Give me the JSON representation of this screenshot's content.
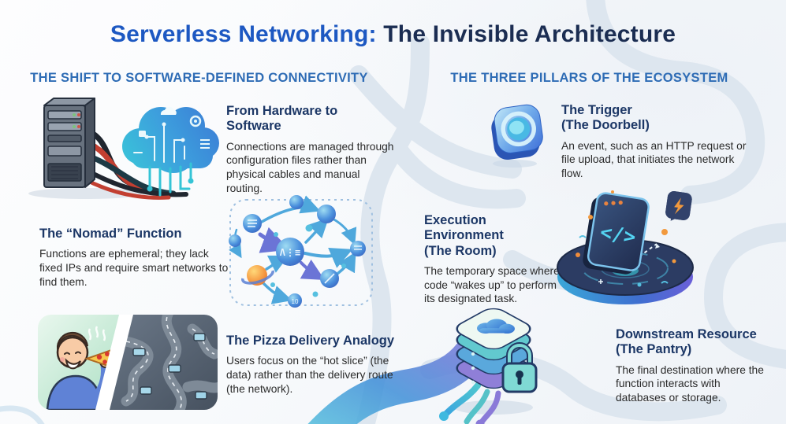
{
  "title": {
    "accent": "Serverless Networking:",
    "rest": "The Invisible Architecture"
  },
  "sections": {
    "left": {
      "header": "THE SHIFT TO SOFTWARE-DEFINED CONNECTIVITY",
      "items": [
        {
          "heading": "From Hardware to Software",
          "body": "Connections are managed through configuration files rather than physical cables and manual routing.",
          "icon": "server-cables-to-cloud-illustration"
        },
        {
          "heading": "The “Nomad” Function",
          "body": "Functions are ephemeral; they lack fixed IPs and require smart networks to find them.",
          "icon": "floating-function-spheres-illustration"
        },
        {
          "heading": "The Pizza Delivery Analogy",
          "body": "Users focus on the “hot slice” (the data) rather than the delivery route (the network).",
          "icon": "pizza-eater-and-delivery-roads-card"
        }
      ]
    },
    "right": {
      "header": "THE THREE PILLARS OF THE ECOSYSTEM",
      "items": [
        {
          "heading": "The Trigger",
          "subheading": "(The Doorbell)",
          "body": "An event, such as an HTTP request or file upload, that initiates the network flow.",
          "icon": "doorbell-button-icon"
        },
        {
          "heading": "Execution Environment",
          "subheading": "(The Room)",
          "body": "The temporary space where code “wakes up” to perform its designated task.",
          "icon": "code-card-on-platform-illustration"
        },
        {
          "heading": "Downstream Resource",
          "subheading": "(The Pantry)",
          "body": "The final destination where the function interacts with databases or storage.",
          "icon": "locked-database-stack-illustration"
        }
      ]
    }
  },
  "colors": {
    "title_accent": "#1d58c2",
    "title_dark": "#1b2d52",
    "section_header_blue": "#2e6cb5",
    "item_heading_navy": "#1c3766",
    "body_text": "#2b2b2b",
    "background_road": "#dde6ef",
    "cloud_teal": "#35c2d4",
    "cloud_blue": "#2b6fd4"
  }
}
